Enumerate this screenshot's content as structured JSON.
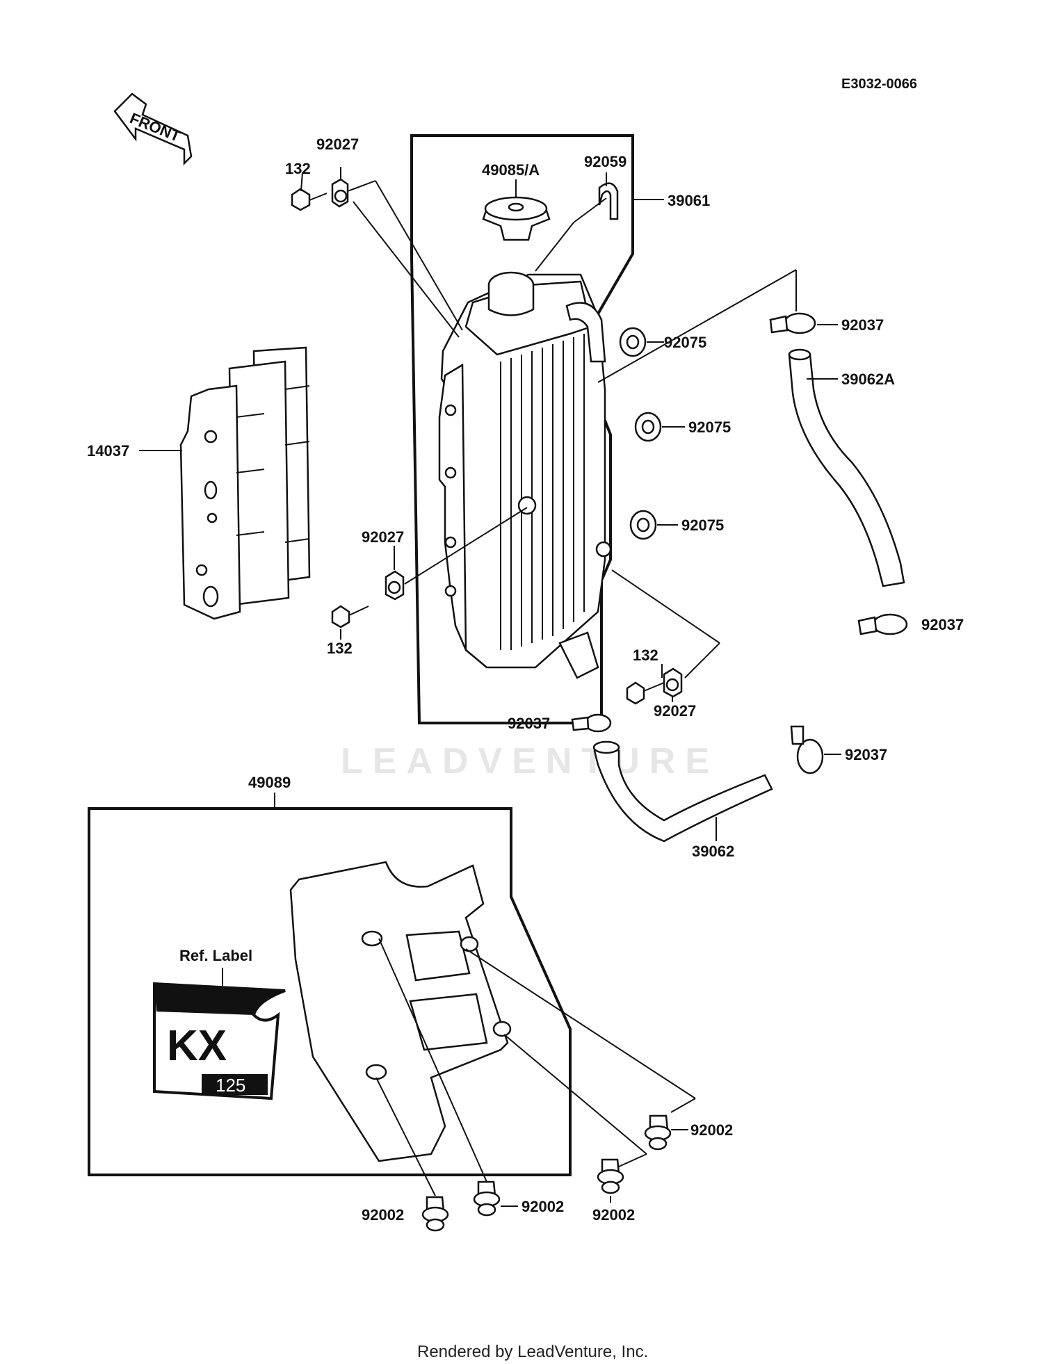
{
  "diagram_code": "E3032-0066",
  "front_arrow_label": "FRONT",
  "watermark": "LEADVENTURE",
  "footer": "Rendered by LeadVenture, Inc.",
  "ref_label": "Ref. Label",
  "decal_text": {
    "model": "KX",
    "displacement": "125"
  },
  "callouts": {
    "p92027_top": "92027",
    "p132_top": "132",
    "p49085": "49085/A",
    "p92059": "92059",
    "p39061": "39061",
    "p92037_a": "92037",
    "p92075_a": "92075",
    "p39062A": "39062A",
    "p14037": "14037",
    "p92075_b": "92075",
    "p92075_c": "92075",
    "p92027_mid": "92027",
    "p132_mid": "132",
    "p92037_b": "92037",
    "p132_right": "132",
    "p92027_right": "92027",
    "p92037_c": "92037",
    "p92037_d": "92037",
    "p49089": "49089",
    "p39062": "39062",
    "p92002_a": "92002",
    "p92002_b": "92002",
    "p92002_c": "92002",
    "p92002_d": "92002"
  }
}
